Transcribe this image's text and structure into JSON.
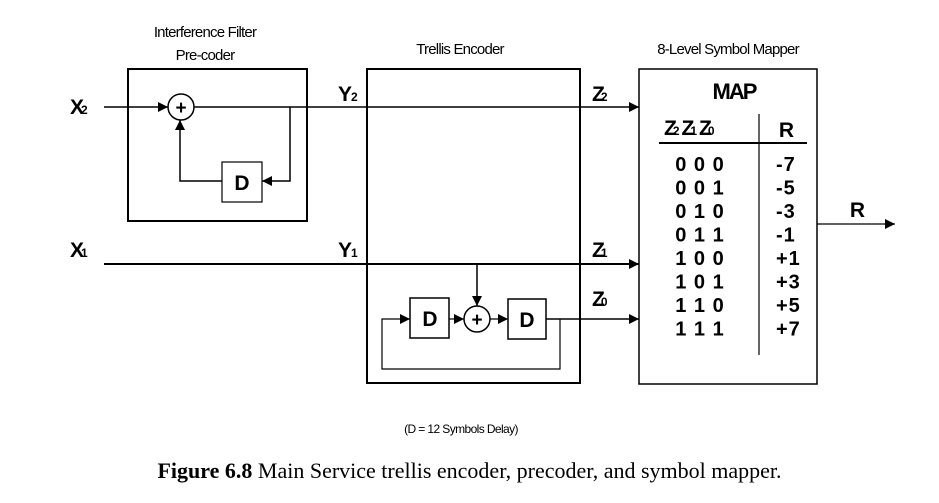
{
  "blocks": {
    "precoder": {
      "title_line1": "Interference Filter",
      "title_line2": "Pre-coder",
      "delay_label": "D",
      "adder_label": "+"
    },
    "trellis": {
      "title": "Trellis Encoder",
      "delay1_label": "D",
      "delay2_label": "D",
      "adder_label": "+"
    },
    "mapper": {
      "title": "8-Level Symbol Mapper",
      "map_label": "MAP"
    }
  },
  "signals": {
    "x2": {
      "base": "X",
      "sub": "2"
    },
    "x1": {
      "base": "X",
      "sub": "1"
    },
    "y2": {
      "base": "Y",
      "sub": "2"
    },
    "y1": {
      "base": "Y",
      "sub": "1"
    },
    "z2": {
      "base": "Z",
      "sub": "2"
    },
    "z1": {
      "base": "Z",
      "sub": "1"
    },
    "z0": {
      "base": "Z",
      "sub": "0"
    },
    "r": "R"
  },
  "map_table": {
    "header_inputs": [
      {
        "base": "Z",
        "sub": "2"
      },
      {
        "base": "Z",
        "sub": "1"
      },
      {
        "base": "Z",
        "sub": "0"
      }
    ],
    "header_output": "R",
    "rows": [
      {
        "bits": "0 0 0",
        "r": "-7"
      },
      {
        "bits": "0 0 1",
        "r": "-5"
      },
      {
        "bits": "0 1 0",
        "r": "-3"
      },
      {
        "bits": "0 1 1",
        "r": "-1"
      },
      {
        "bits": "1 0 0",
        "r": "+1"
      },
      {
        "bits": "1 0 1",
        "r": "+3"
      },
      {
        "bits": "1 1 0",
        "r": "+5"
      },
      {
        "bits": "1 1 1",
        "r": "+7"
      }
    ]
  },
  "note": "(D = 12 Symbols Delay)",
  "caption": {
    "label": "Figure 6.8",
    "text": " Main Service trellis encoder, precoder, and symbol mapper."
  }
}
